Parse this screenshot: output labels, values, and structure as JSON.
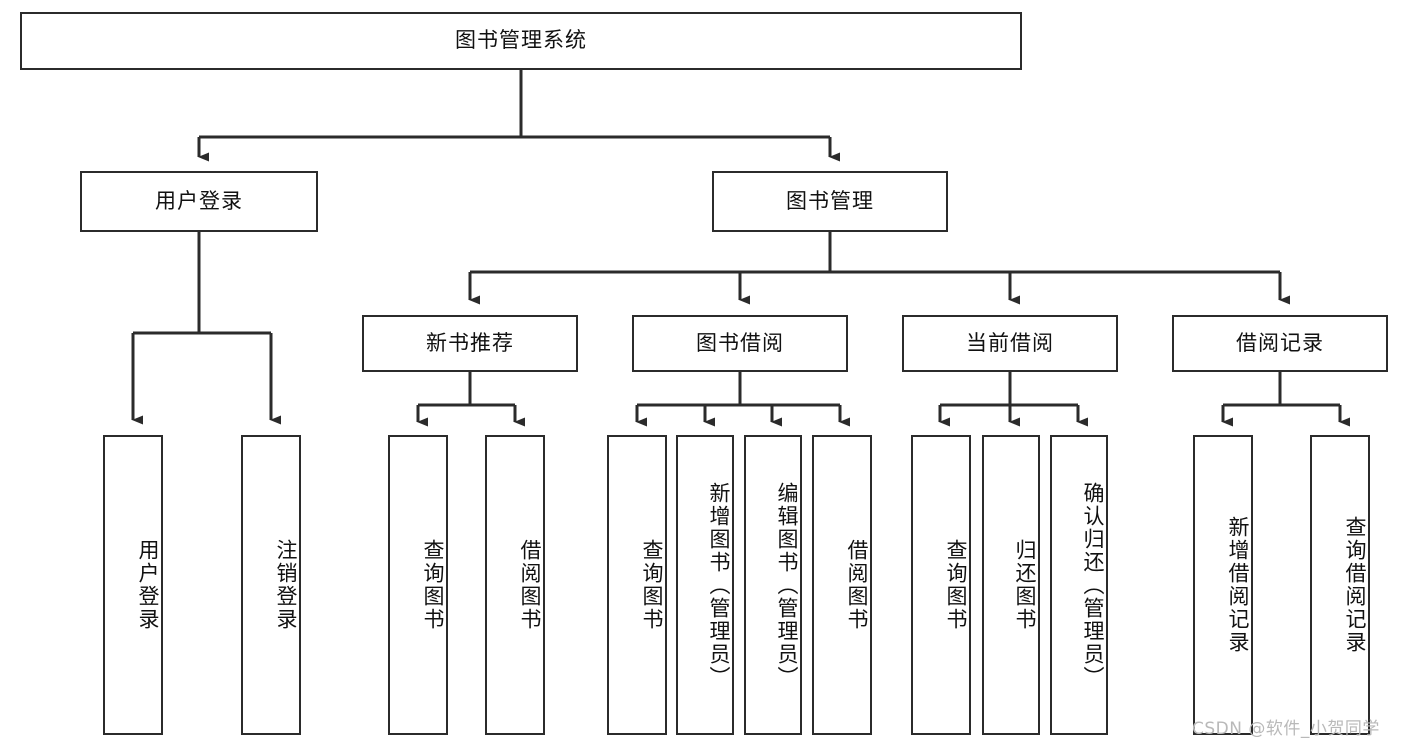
{
  "diagram": {
    "title": "图书管理系统",
    "type": "tree-hierarchy-diagram",
    "colors": {
      "stroke": "#2b2b2b",
      "fill": "#ffffff",
      "text": "#111111",
      "watermark": "#b9b9b9"
    },
    "root": {
      "label": "图书管理系统"
    },
    "level1": [
      {
        "label": "用户登录"
      },
      {
        "label": "图书管理"
      }
    ],
    "level2": [
      {
        "label": "新书推荐"
      },
      {
        "label": "图书借阅"
      },
      {
        "label": "当前借阅"
      },
      {
        "label": "借阅记录"
      }
    ],
    "leaves": {
      "user_login": [
        {
          "label": "用户登录"
        },
        {
          "label": "注销登录"
        }
      ],
      "new_book_recommend": [
        {
          "label": "查询图书"
        },
        {
          "label": "借阅图书"
        }
      ],
      "book_borrow": [
        {
          "label": "查询图书"
        },
        {
          "label": "新增图书（管理员）"
        },
        {
          "label": "编辑图书（管理员）"
        },
        {
          "label": "借阅图书"
        }
      ],
      "current_borrow": [
        {
          "label": "查询图书"
        },
        {
          "label": "归还图书"
        },
        {
          "label": "确认归还（管理员）"
        }
      ],
      "borrow_record": [
        {
          "label": "新增借阅记录"
        },
        {
          "label": "查询借阅记录"
        }
      ]
    },
    "watermark": "CSDN @软件_小贺同学"
  }
}
